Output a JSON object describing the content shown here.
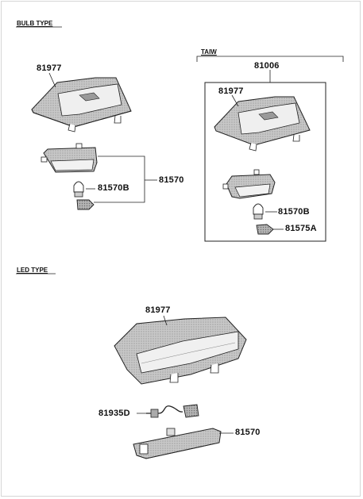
{
  "sections": {
    "bulb_type": "BULB TYPE",
    "taiw": "TAIW",
    "led_type": "LED TYPE"
  },
  "parts": {
    "bulb_housing": "81977",
    "bulb_lamp_assy": "81570",
    "bulb_socket": "81570B",
    "taiw_assy": "81006",
    "taiw_housing": "81977",
    "taiw_socket": "81570B",
    "taiw_holder": "81575A",
    "led_housing": "81977",
    "led_wire": "81935D",
    "led_lamp": "81570"
  },
  "colors": {
    "line": "#222222",
    "shade": "#9a9a9a",
    "light": "#d4d4d4"
  }
}
